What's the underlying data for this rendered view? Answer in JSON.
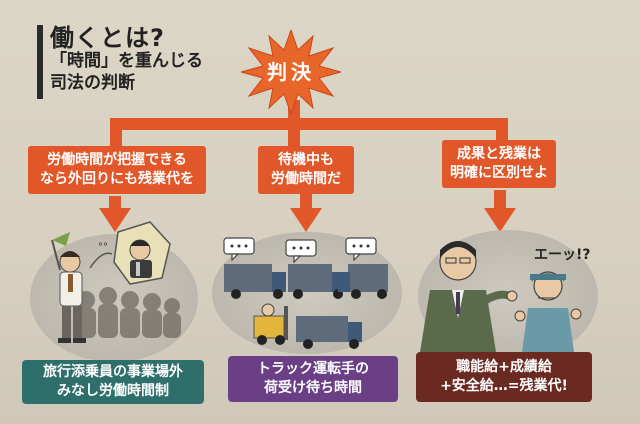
{
  "header": {
    "title": "働くとは?",
    "subtitle": "「時間」を重んじる\n司法の判断"
  },
  "verdict": {
    "label": "判決"
  },
  "branches": [
    {
      "text": "労働時間が把握できる\nなら外回りにも残業代を",
      "caption": "旅行添乗員の事業場外\nみなし労働時間制"
    },
    {
      "text": "待機中も\n労働時間だ",
      "caption": "トラック運転手の\n荷受け待ち時間"
    },
    {
      "text": "成果と残業は\n明確に区別せよ",
      "caption": "職能給+成績給\n+安全給…=残業代!"
    }
  ],
  "speech": {
    "exclaim": "エーッ!?"
  },
  "colors": {
    "accent": "#e2572a",
    "caption1": "#2f6f6b",
    "caption2": "#6a3f86",
    "caption3": "#6a2a22"
  }
}
